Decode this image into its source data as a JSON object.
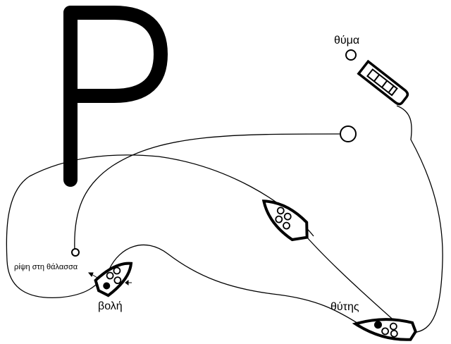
{
  "diagram": {
    "big_letter": "P",
    "labels": {
      "victim": "θύμα",
      "throw_into_sea": "ρίψη στη θάλασσα",
      "shot": "βολή",
      "perpetrator": "θύτης"
    }
  }
}
